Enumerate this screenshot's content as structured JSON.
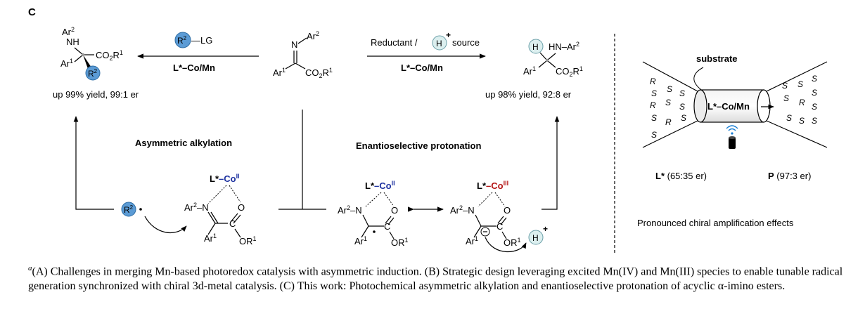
{
  "panel_label": "C",
  "colors": {
    "r_blue": "#5b9bd5",
    "h_fill": "#dcefef",
    "co_blue": "#1e32a0",
    "co_red": "#b41414"
  },
  "top": {
    "reagent_r": "R",
    "reagent_r_sup": "2",
    "reagent_lg": "—LG",
    "catalyst": "L*–Co/Mn",
    "reductant": "Reductant /",
    "h_label": "H",
    "h_plus": "+",
    "source": "source",
    "left_yield": "up 99% yield, 99:1 er",
    "right_yield": "up 98% yield, 92:8 er"
  },
  "chem": {
    "ar": "Ar",
    "sup1": "1",
    "sup2": "2",
    "n": "N",
    "nh": "NH",
    "hn": "HN",
    "co2r": "CO",
    "sub2": "2",
    "r_sup": "1",
    "o": "O",
    "c": "C",
    "or": "OR",
    "dash_ar2": "–Ar",
    "lstar": "L*",
    "co": "–Co",
    "co_ii": "II",
    "co_iii": "III",
    "ar2n": "Ar",
    "n_dash": "–N",
    "minus": "⊖",
    "dot": "•"
  },
  "labels": {
    "asym_alkylation": "Asymmetric alkylation",
    "enantio_protonation": "Enantioselective protonation"
  },
  "right_panel": {
    "substrate": "substrate",
    "reactor_label": "L*–Co/Mn",
    "left_config": [
      "R",
      "S",
      "S",
      "S",
      "R",
      "S",
      "S",
      "S",
      "R",
      "S",
      "S"
    ],
    "right_config": [
      "S",
      "S",
      "S",
      "S",
      "S",
      "R",
      "S",
      "S",
      "S",
      "S"
    ],
    "l_label": "L*",
    "l_er": " (65:35 er)",
    "p_label": "P",
    "p_er": " (97:3 er)",
    "amplification": "Pronounced chiral amplification effects"
  },
  "caption": {
    "marker": "a",
    "text": "(A) Challenges in merging Mn-based photoredox catalysis with asymmetric induction. (B) Strategic design leveraging excited Mn(IV) and Mn(III) species to enable tunable radical generation synchronized with chiral 3d-metal catalysis. (C) This work: Photochemical asymmetric alkylation and enantioselective protonation of acyclic α-imino esters."
  }
}
